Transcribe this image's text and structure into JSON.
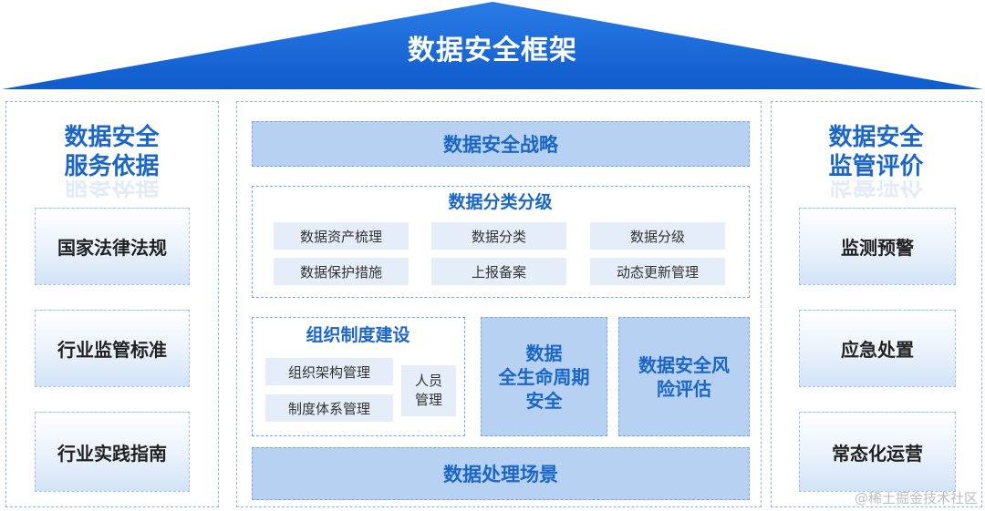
{
  "roof": {
    "title": "数据安全框架",
    "color": "#1565d8"
  },
  "left": {
    "title_line1": "数据安全",
    "title_line2": "服务依据",
    "cards": [
      "国家法律法规",
      "行业监管标准",
      "行业实践指南"
    ]
  },
  "right": {
    "title_line1": "数据安全",
    "title_line2": "监管评价",
    "cards": [
      "监测预警",
      "应急处置",
      "常态化运营"
    ]
  },
  "center": {
    "strategy": "数据安全战略",
    "classification": {
      "title": "数据分类分级",
      "items": [
        "数据资产梳理",
        "数据分类",
        "数据分级",
        "数据保护措施",
        "上报备案",
        "动态更新管理"
      ]
    },
    "organization": {
      "title": "组织制度建设",
      "items": [
        "组织架构管理",
        "制度体系管理"
      ],
      "people_line1": "人员",
      "people_line2": "管理"
    },
    "lifecycle": {
      "line1": "数据",
      "line2": "全生命周期",
      "line3": "安全"
    },
    "risk": {
      "line1": "数据安全风",
      "line2": "险评估"
    },
    "scenario": "数据处理场景"
  },
  "watermark": "@稀土掘金技术社区"
}
